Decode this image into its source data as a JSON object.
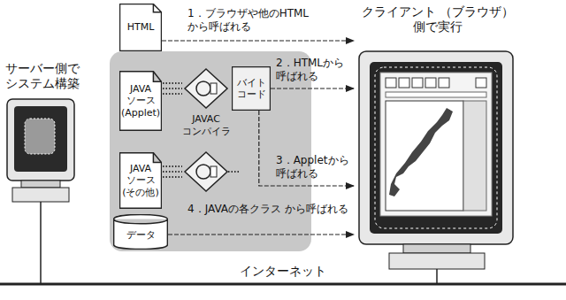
{
  "diagram": {
    "nodes": [
      {
        "text": [
          "サーバー側で システム構築"
        ]
      },
      {
        "text": [
          "HTML"
        ]
      },
      {
        "text": [
          "JAVA ソース (Applet)"
        ]
      },
      {
        "text": [
          "JAVA ソース (その他)"
        ]
      },
      {
        "text": [
          "バイト コード"
        ]
      },
      {
        "text": [
          "データ"
        ]
      },
      {
        "text": [
          "クライアント （ブラウザ）側で実行"
        ]
      }
    ],
    "edges": [
      {
        "from": 1,
        "to": 6,
        "arrow": "to",
        "label": "1．ブラウザや他のHTML から呼ばれる"
      },
      {
        "from": 4,
        "to": 6,
        "arrow": "to",
        "label": "2．HTMLから 呼ばれる"
      },
      {
        "from": 4,
        "to": 6,
        "arrow": "to",
        "label": "3．Appletから 呼ばれる"
      },
      {
        "from": 5,
        "to": 6,
        "arrow": "to",
        "label": "4．JAVAの各クラス から呼ばれる"
      }
    ],
    "labels": [
      "JAVAC コンパイラ",
      "インターネット"
    ]
  }
}
